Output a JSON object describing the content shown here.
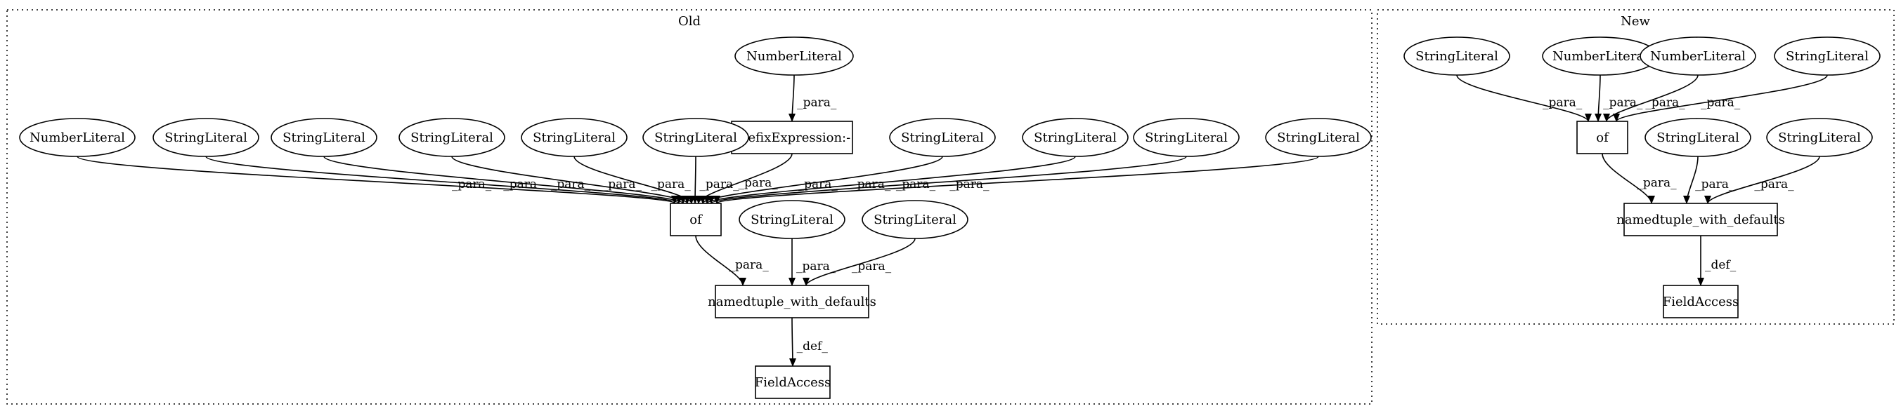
{
  "clusters": [
    {
      "id": "old",
      "label": "Old"
    },
    {
      "id": "new",
      "label": "New"
    }
  ],
  "nodes": [
    {
      "id": "o_num_top",
      "label": "NumberLiteral",
      "shape": "ellipse"
    },
    {
      "id": "o_prefix",
      "label": "PrefixExpression:-",
      "shape": "box"
    },
    {
      "id": "o_num",
      "label": "NumberLiteral",
      "shape": "ellipse"
    },
    {
      "id": "o_s1",
      "label": "StringLiteral",
      "shape": "ellipse"
    },
    {
      "id": "o_s2",
      "label": "StringLiteral",
      "shape": "ellipse"
    },
    {
      "id": "o_s3",
      "label": "StringLiteral",
      "shape": "ellipse"
    },
    {
      "id": "o_s4",
      "label": "StringLiteral",
      "shape": "ellipse"
    },
    {
      "id": "o_s5",
      "label": "StringLiteral",
      "shape": "ellipse"
    },
    {
      "id": "o_s6",
      "label": "StringLiteral",
      "shape": "ellipse"
    },
    {
      "id": "o_s7",
      "label": "StringLiteral",
      "shape": "ellipse"
    },
    {
      "id": "o_s8",
      "label": "StringLiteral",
      "shape": "ellipse"
    },
    {
      "id": "o_s9",
      "label": "StringLiteral",
      "shape": "ellipse"
    },
    {
      "id": "o_of",
      "label": "of",
      "shape": "box"
    },
    {
      "id": "o_s10",
      "label": "StringLiteral",
      "shape": "ellipse"
    },
    {
      "id": "o_s11",
      "label": "StringLiteral",
      "shape": "ellipse"
    },
    {
      "id": "o_nwd",
      "label": "namedtuple_with_defaults",
      "shape": "box"
    },
    {
      "id": "o_fa",
      "label": "FieldAccess",
      "shape": "box"
    },
    {
      "id": "n_s1",
      "label": "StringLiteral",
      "shape": "ellipse"
    },
    {
      "id": "n_n1",
      "label": "NumberLiteral",
      "shape": "ellipse"
    },
    {
      "id": "n_n2",
      "label": "NumberLiteral",
      "shape": "ellipse"
    },
    {
      "id": "n_s2",
      "label": "StringLiteral",
      "shape": "ellipse"
    },
    {
      "id": "n_of",
      "label": "of",
      "shape": "box"
    },
    {
      "id": "n_s3",
      "label": "StringLiteral",
      "shape": "ellipse"
    },
    {
      "id": "n_s4",
      "label": "StringLiteral",
      "shape": "ellipse"
    },
    {
      "id": "n_nwd",
      "label": "namedtuple_with_defaults",
      "shape": "box"
    },
    {
      "id": "n_fa",
      "label": "FieldAccess",
      "shape": "box"
    }
  ],
  "edges": [
    {
      "from": "o_num_top",
      "to": "o_prefix",
      "label": "_para_"
    },
    {
      "from": "o_num",
      "to": "o_of",
      "label": "_para_"
    },
    {
      "from": "o_s1",
      "to": "o_of",
      "label": "_para_"
    },
    {
      "from": "o_s2",
      "to": "o_of",
      "label": "_para_"
    },
    {
      "from": "o_s3",
      "to": "o_of",
      "label": "_para_"
    },
    {
      "from": "o_s4",
      "to": "o_of",
      "label": "_para_"
    },
    {
      "from": "o_s5",
      "to": "o_of",
      "label": "_para_"
    },
    {
      "from": "o_prefix",
      "to": "o_of",
      "label": "_para_"
    },
    {
      "from": "o_s6",
      "to": "o_of",
      "label": "_para_"
    },
    {
      "from": "o_s7",
      "to": "o_of",
      "label": "_para_"
    },
    {
      "from": "o_s8",
      "to": "o_of",
      "label": "_para_"
    },
    {
      "from": "o_s9",
      "to": "o_of",
      "label": "_para_"
    },
    {
      "from": "o_of",
      "to": "o_nwd",
      "label": "_para_"
    },
    {
      "from": "o_s10",
      "to": "o_nwd",
      "label": "_para_"
    },
    {
      "from": "o_s11",
      "to": "o_nwd",
      "label": "_para_"
    },
    {
      "from": "o_nwd",
      "to": "o_fa",
      "label": "_def_"
    },
    {
      "from": "n_s1",
      "to": "n_of",
      "label": "_para_"
    },
    {
      "from": "n_n1",
      "to": "n_of",
      "label": "_para_"
    },
    {
      "from": "n_n2",
      "to": "n_of",
      "label": "_para_"
    },
    {
      "from": "n_s2",
      "to": "n_of",
      "label": "_para_"
    },
    {
      "from": "n_of",
      "to": "n_nwd",
      "label": "_para_"
    },
    {
      "from": "n_s3",
      "to": "n_nwd",
      "label": "_para_"
    },
    {
      "from": "n_s4",
      "to": "n_nwd",
      "label": "_para_"
    },
    {
      "from": "n_nwd",
      "to": "n_fa",
      "label": "_def_"
    }
  ]
}
